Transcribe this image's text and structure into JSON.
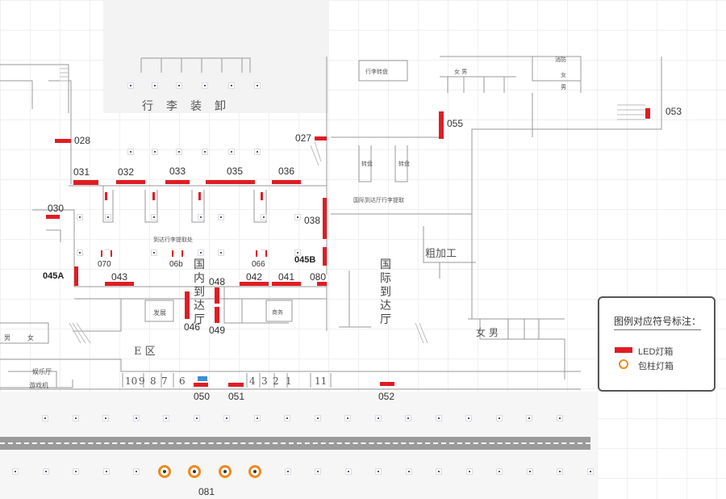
{
  "map_labels": {
    "zh": {
      "baggage_handling": "行李装卸",
      "arrival_baggage_claim": "到达行李提取处",
      "domestic_arrival_hall": "国内到达厅",
      "intl_arrival_hall": "国际到达厅",
      "rough_processing": "粗加工",
      "baggage_carousel_top": "行李转盘",
      "carousel_1": "转盘",
      "carousel_2": "转盘",
      "intl_baggage_claim": "国际到达厅行李提取",
      "zone_e": "E 区",
      "female_male_right": "女 男",
      "female_male_top": "女 男",
      "fire": "消防",
      "female_top": "女",
      "male_top": "男",
      "male_left": "男",
      "female_left": "女",
      "entertainment_hall": "娱乐厅",
      "game_machines": "游戏机",
      "room_left": "发展",
      "room_right": "商务"
    },
    "gates": [
      "10",
      "9",
      "8",
      "7",
      "6",
      "4",
      "3",
      "2",
      "1",
      "11"
    ]
  },
  "led_boxes": [
    "028",
    "027",
    "031",
    "032",
    "033",
    "035",
    "036",
    "030",
    "038",
    "045B",
    "045A",
    "043",
    "042",
    "041",
    "080",
    "046",
    "048",
    "049",
    "050",
    "051",
    "052",
    "055",
    "053",
    "070",
    "06b",
    "066"
  ],
  "pillar_boxes": {
    "label": "081",
    "count": 4
  },
  "legend": {
    "title": "图例对应符号标注：",
    "led": "LED灯箱",
    "pillar": "包柱灯箱",
    "led_color": "#e01c24",
    "pillar_color": "#ee8a1e"
  }
}
